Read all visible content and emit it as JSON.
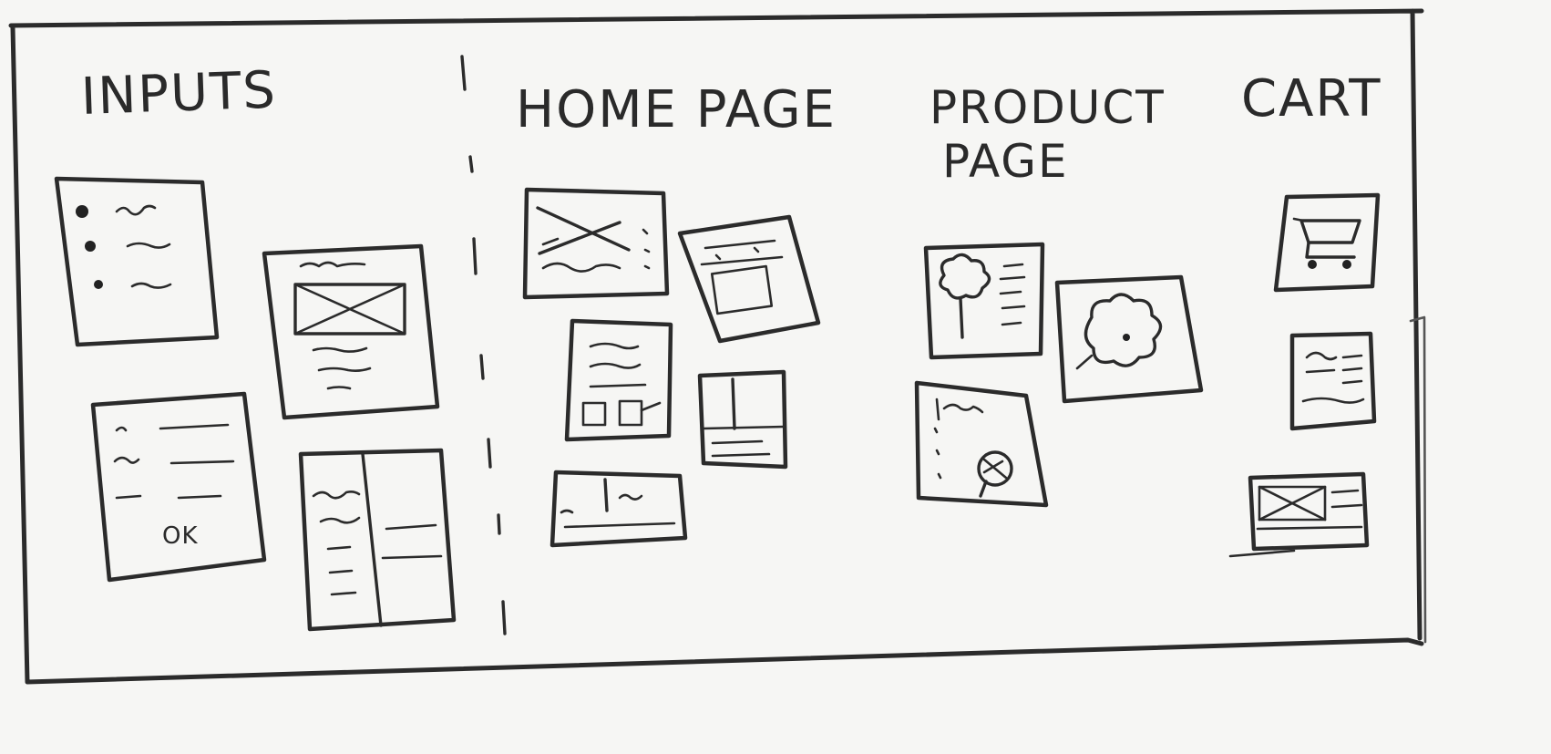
{
  "sections": [
    {
      "id": "inputs",
      "title": "INPUTS"
    },
    {
      "id": "home_page",
      "title": "HOME PAGE"
    },
    {
      "id": "product_page",
      "title_line1": "PRODUCT",
      "title_line2": "PAGE"
    },
    {
      "id": "cart",
      "title": "CART"
    }
  ],
  "inputs": {
    "form_card_button_label": "OK"
  },
  "colors": {
    "paper": "#f6f6f4",
    "pencil": "#2b2b2b"
  }
}
